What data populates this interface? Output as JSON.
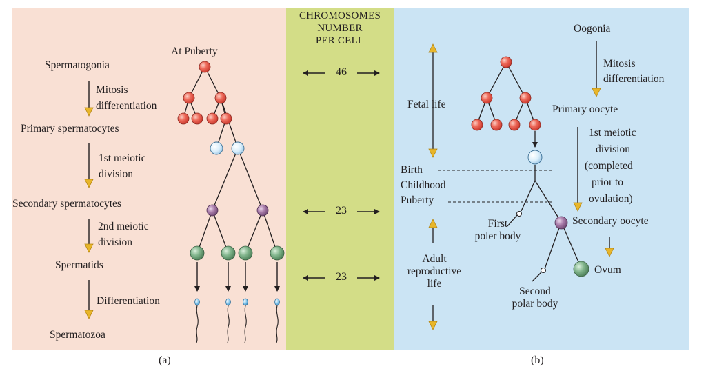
{
  "header": {
    "line1": "CHROMOSOMES",
    "line2": "NUMBER",
    "line3": "PER CELL"
  },
  "chromosome_numbers": [
    "46",
    "23",
    "23"
  ],
  "left_panel": {
    "at_puberty": "At Puberty",
    "stages": {
      "spermatogonia": "Spermatogonia",
      "primary_spermatocytes": "Primary spermatocytes",
      "secondary_spermatocytes": "Secondary spermatocytes",
      "spermatids": "Spermatids",
      "spermatozoa": "Spermatozoa"
    },
    "processes": {
      "mitosis_1": "Mitosis",
      "mitosis_2": "differentiation",
      "meiosis1_1": "1st meiotic",
      "meiosis1_2": "division",
      "meiosis2_1": "2nd meiotic",
      "meiosis2_2": "division",
      "differentiation": "Differentiation"
    }
  },
  "right_panel": {
    "stages": {
      "oogonia": "Oogonia",
      "primary_oocyte": "Primary oocyte",
      "secondary_oocyte": "Secondary oocyte",
      "ovum": "Ovum"
    },
    "processes": {
      "mitosis_1": "Mitosis",
      "mitosis_2": "differentiation",
      "meiosis_1": "1st meiotic",
      "meiosis_2": "division",
      "meiosis_3": "(completed",
      "meiosis_4": "prior to",
      "meiosis_5": "ovulation)"
    },
    "timeline": {
      "fetal_life": "Fetal life",
      "birth": "Birth",
      "childhood": "Childhood",
      "puberty": "Puberty",
      "adult_1": "Adult",
      "adult_2": "reproductive",
      "adult_3": "life"
    },
    "polar_bodies": {
      "first_1": "First",
      "first_2": "poler body",
      "second_1": "Second",
      "second_2": "polar body"
    }
  },
  "captions": {
    "a": "(a)",
    "b": "(b)"
  },
  "colors": {
    "left_bg": "#f9e0d4",
    "middle_bg": "#d3dd87",
    "right_bg": "#cbe4f4",
    "red_cell": "#e8574a",
    "blue_cell": "#cfe7f7",
    "purple_cell": "#a77aa8",
    "green_cell": "#7fb38a",
    "arrow_yellow": "#e8b62a"
  }
}
